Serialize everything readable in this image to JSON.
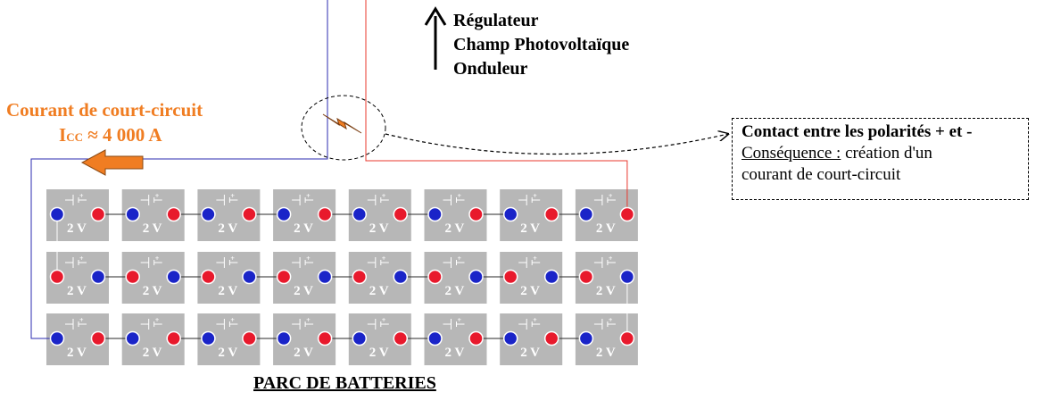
{
  "top_labels": [
    "Régulateur",
    "Champ Photovoltaïque",
    "Onduleur"
  ],
  "short_circuit": {
    "title": "Courant de court-circuit",
    "symbol": "I",
    "subscript": "CC",
    "value": " ≈ 4 000 A"
  },
  "callout": {
    "heading": "Contact entre les polarités + et -",
    "consequence_label": "Conséquence :",
    "consequence_text": " création d'un",
    "consequence_text2": "courant de court-circuit"
  },
  "battery_park": {
    "title": "PARC DE BATTERIES",
    "cell_voltage": "2 V",
    "rows": 3,
    "cols": 8,
    "plus_sign": "+"
  },
  "colors": {
    "positive_wire": "#e8382e",
    "negative_wire": "#2b2bb0",
    "positive_terminal": "#e8192c",
    "negative_terminal": "#1a24c8",
    "cell_fill": "#b7b7b7",
    "arrow_orange": "#f07d22"
  }
}
